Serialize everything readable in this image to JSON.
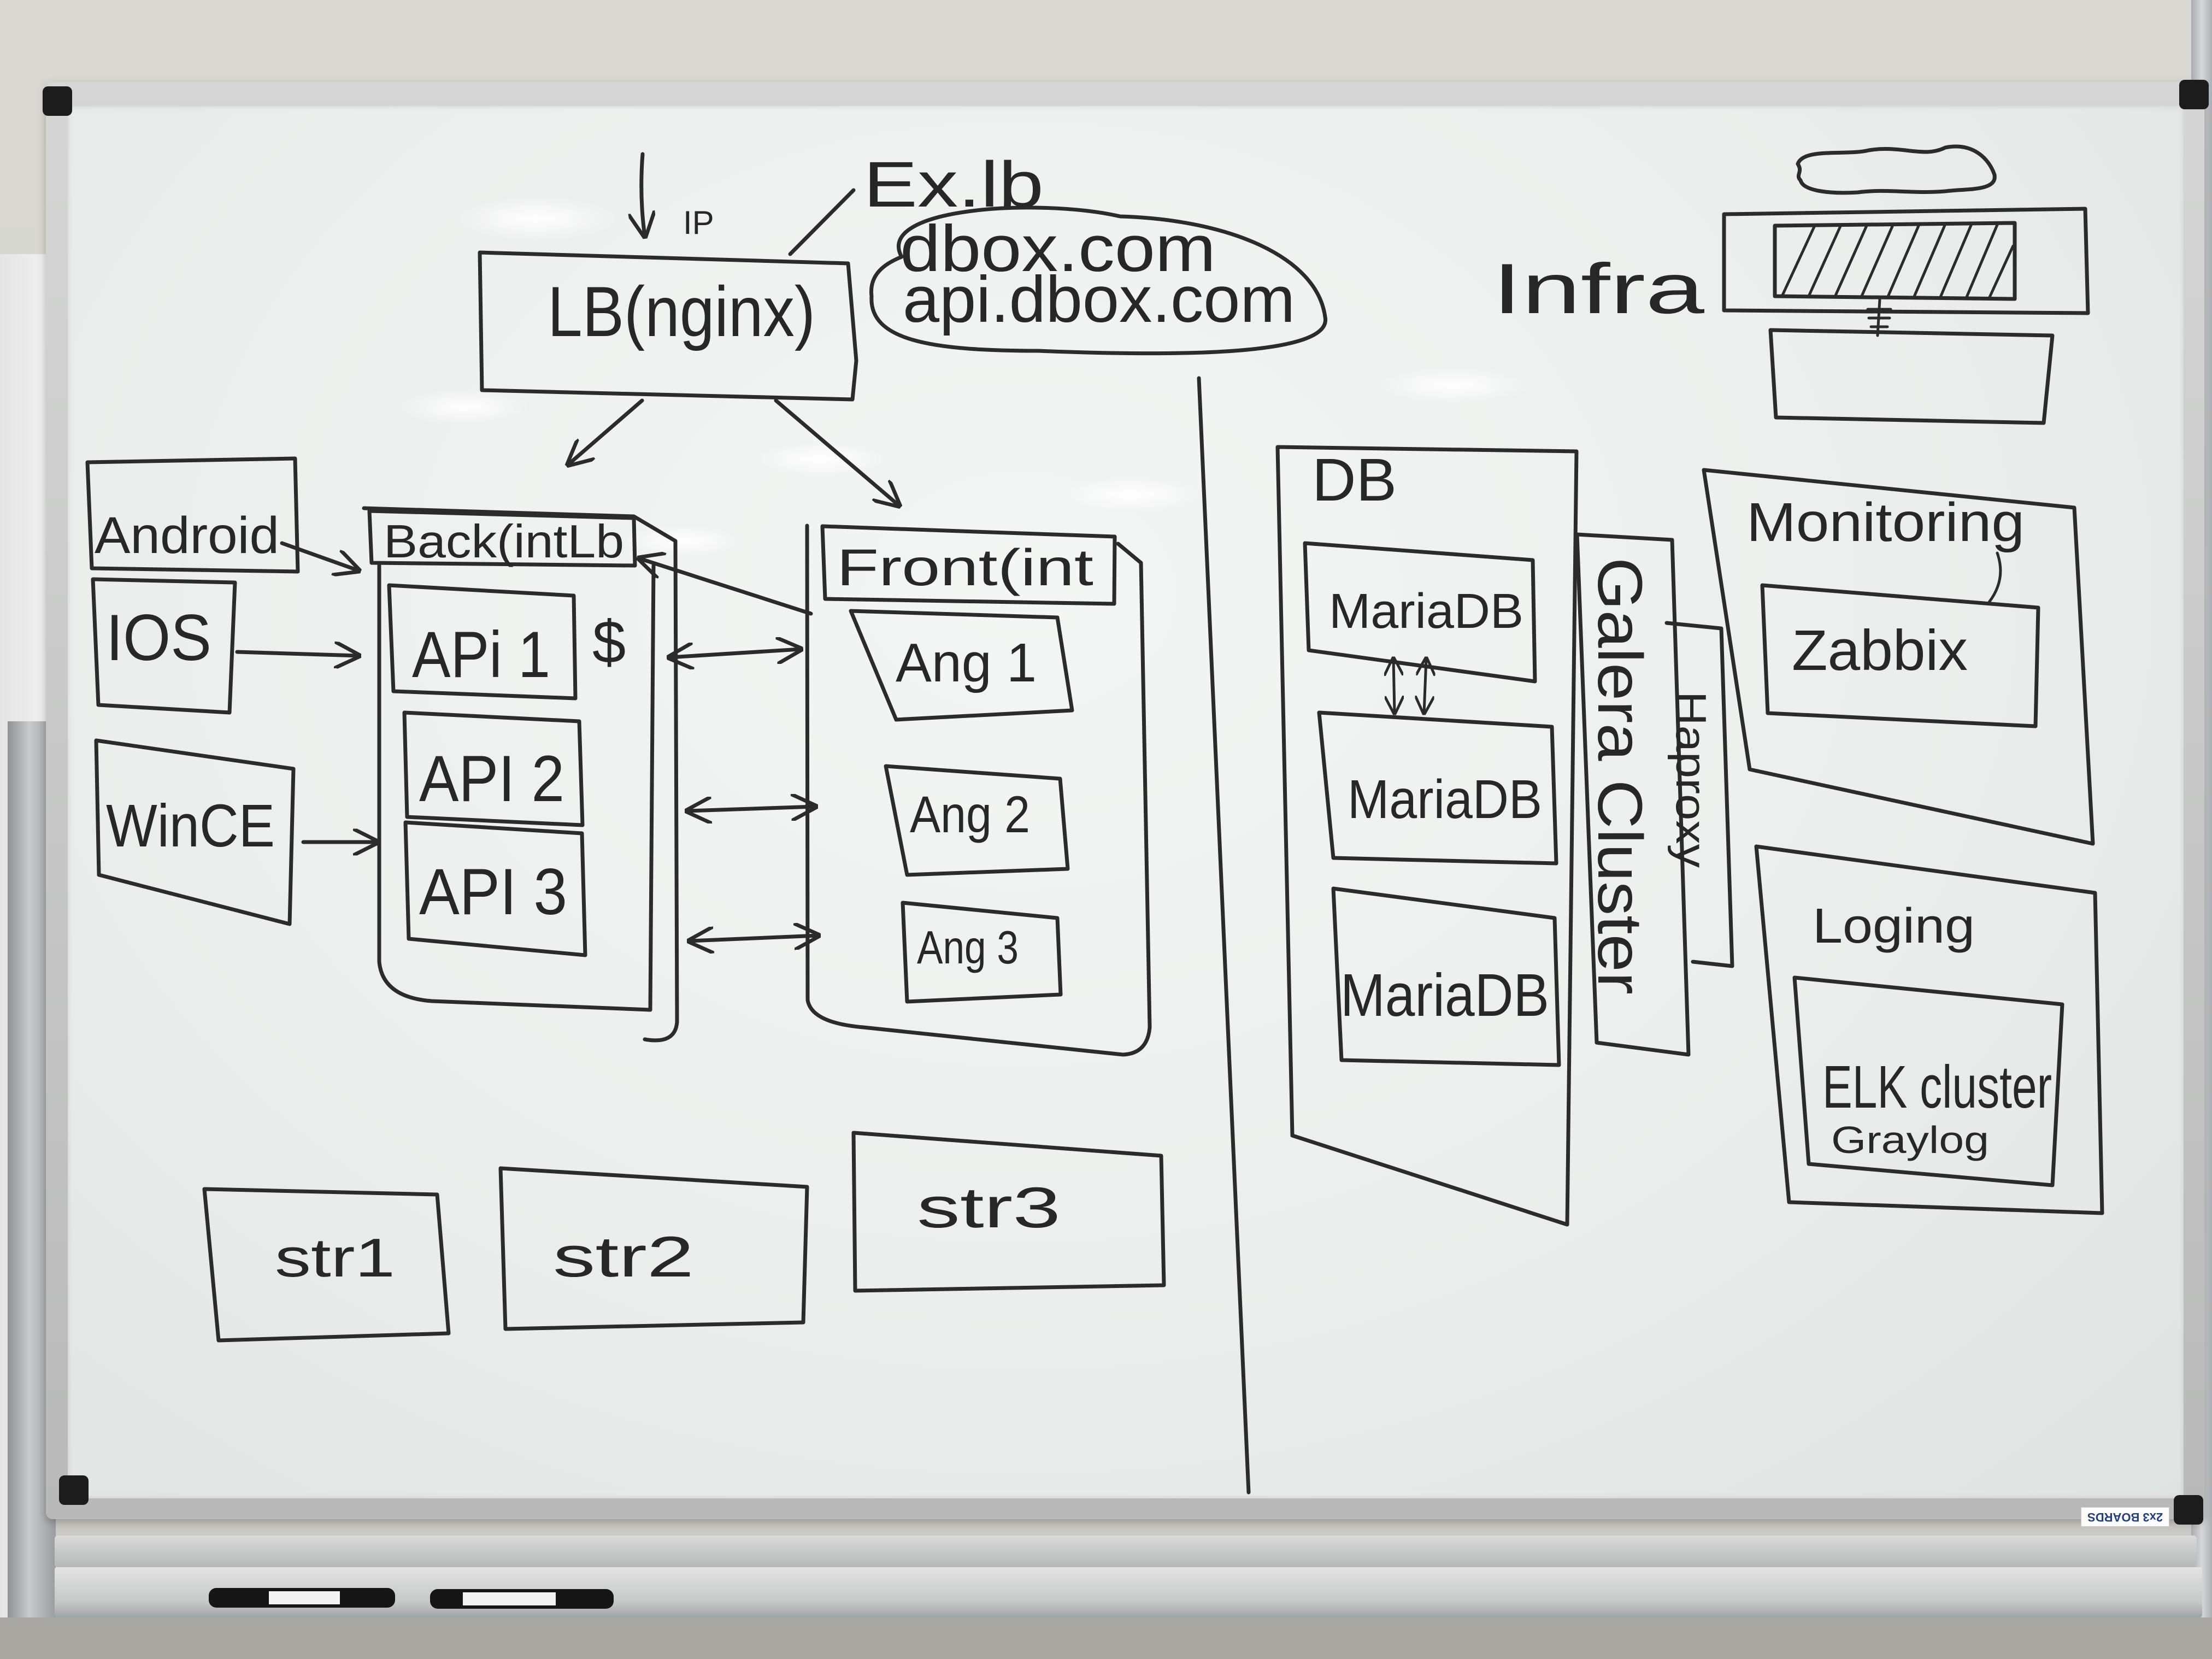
{
  "board": {
    "brand_logo": "2x3 BOARDS"
  },
  "diagram": {
    "entry": {
      "ip_label": "IP",
      "external_lb_label": "Ex.lb"
    },
    "load_balancer": {
      "label": "LB(nginx)"
    },
    "domains": [
      "dbox.com",
      "api.dbox.com"
    ],
    "infra": {
      "label": "Infra"
    },
    "clients": [
      "Android",
      "IOS",
      "WinCE"
    ],
    "backend": {
      "label": "Back(intLb",
      "apis": [
        "APi 1",
        "API 2",
        "API 3"
      ],
      "note": "$"
    },
    "frontend": {
      "label": "Front(int",
      "apps": [
        "Ang 1",
        "Ang 2",
        "Ang 3"
      ]
    },
    "storage": [
      "str1",
      "str2",
      "str3"
    ],
    "db": {
      "label": "DB",
      "nodes": [
        "MariaDB",
        "MariaDB",
        "MariaDB"
      ],
      "cluster": "Galera Cluster",
      "proxy": "Haproxy"
    },
    "monitoring": {
      "label": "Monitoring",
      "tool": "Zabbix"
    },
    "logging": {
      "label": "Loging",
      "cluster": "ELK cluster",
      "tool": "Graylog"
    }
  },
  "colors": {
    "ink": "#2b2b2b",
    "board_surface": "#eceeed",
    "frame": "#c4c5c4",
    "wall": "#d6d5cf"
  }
}
